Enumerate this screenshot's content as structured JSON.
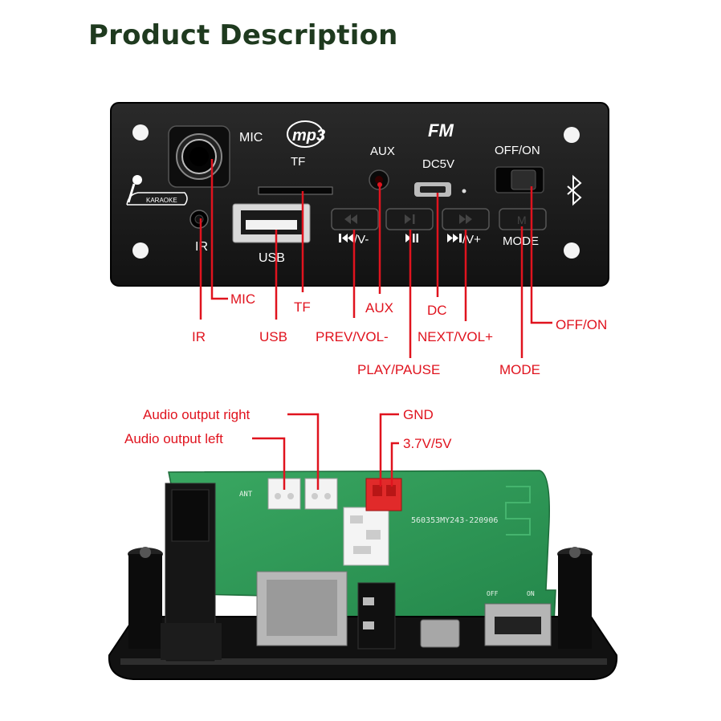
{
  "header": {
    "title": "Product Description"
  },
  "panel": {
    "mic": "MIC",
    "mp3": "mp3",
    "tf": "TF",
    "fm": "FM",
    "aux": "AUX",
    "dc": "DC5V",
    "offon": "OFF/ON",
    "karaoke": "KARAOKE",
    "ir": "IR",
    "usb": "USB",
    "prev": "/V-",
    "next": "/V+",
    "mode": "MODE",
    "btn_mode": "M"
  },
  "callouts": {
    "mic": "MIC",
    "tf": "TF",
    "aux": "AUX",
    "dc": "DC",
    "off_on": "OFF/ON",
    "ir": "IR",
    "usb": "USB",
    "prev_vol": "PREV/VOL-",
    "next_vol": "NEXT/VOL+",
    "play_pause": "PLAY/PAUSE",
    "mode": "MODE"
  },
  "board": {
    "audio_right": "Audio output right",
    "audio_left": "Audio output left",
    "gnd": "GND",
    "voltage": "3.7V/5V",
    "serial": "560353MY243-220906",
    "ant": "ANT",
    "off": "OFF",
    "on": "ON"
  },
  "colors": {
    "accent": "#e0131e",
    "panel": "#1b1b1b",
    "pcb": "#2f9a55",
    "title": "#1f3a1f"
  }
}
